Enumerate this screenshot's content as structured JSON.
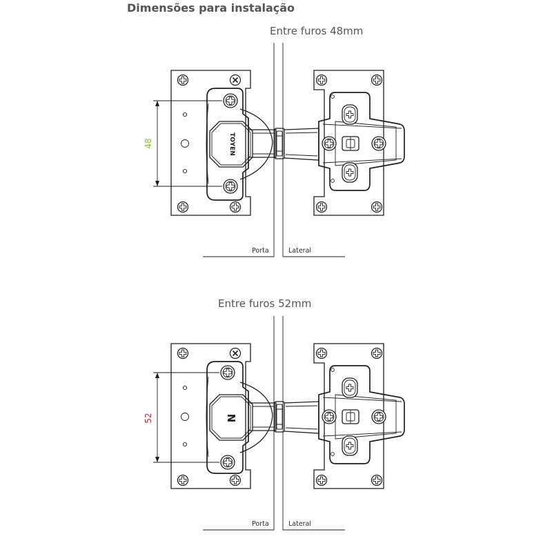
{
  "title": "Dimensões para instalação",
  "colors": {
    "green": "#8cbe3c",
    "red": "#b3323c",
    "line": "#1e1e1e",
    "text": "#555555"
  },
  "diagrams": [
    {
      "caption": "Entre furos 48mm",
      "dimension": "48",
      "dimension_color": "#8cbe3c",
      "label_door": "Porta",
      "label_side": "Lateral",
      "logo_text": "TOYEN"
    },
    {
      "caption": "Entre furos 52mm",
      "dimension": "52",
      "dimension_color": "#b3323c",
      "label_door": "Porta",
      "label_side": "Lateral",
      "logo_text": "N"
    }
  ]
}
